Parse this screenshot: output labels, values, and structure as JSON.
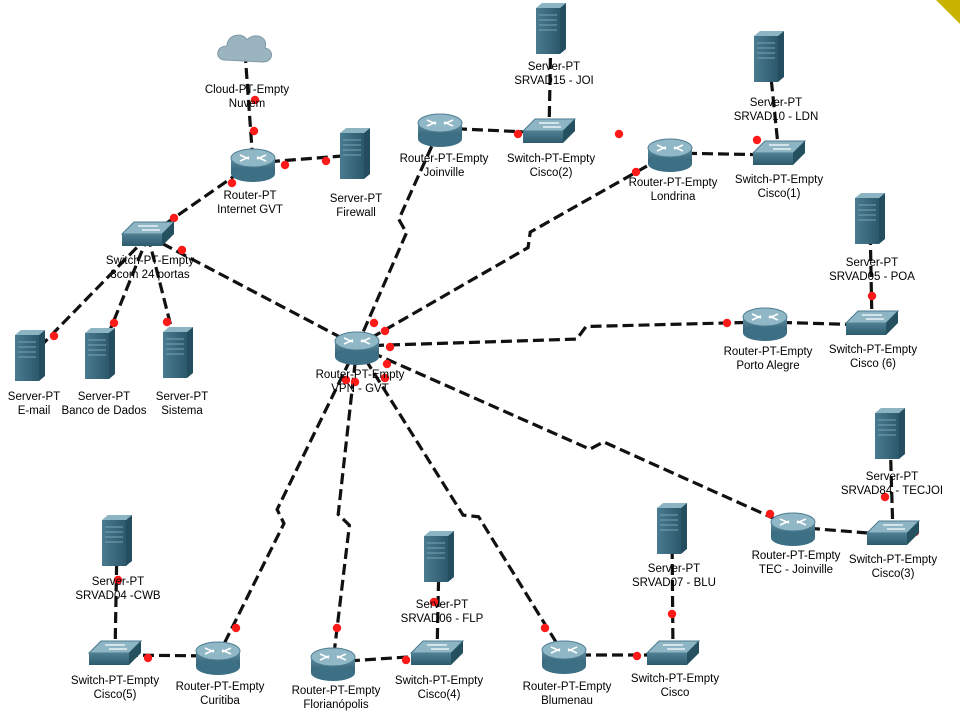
{
  "colors": {
    "link": "#111111",
    "port": "#ff1a1a",
    "router_body": "#3d6f85",
    "router_top": "#8fb7c6",
    "switch_body": "#3f7186",
    "switch_top": "#8db5c4",
    "server_body": "#3d6f85",
    "server_side": "#8cb4c3",
    "cloud": "#9ab4c0",
    "corner": "#c8b400"
  },
  "nodes": [
    {
      "id": "cloud",
      "icon": "cloud-icon",
      "label": "Cloud-PT-Empty\nNuvem"
    },
    {
      "id": "internet",
      "icon": "router-icon",
      "label": "Router-PT\nInternet GVT"
    },
    {
      "id": "firewall",
      "icon": "server-icon",
      "label": "Server-PT\nFirewall"
    },
    {
      "id": "switch3com",
      "icon": "switch-icon",
      "label": "Switch-PT-Empty\n3com 24 portas"
    },
    {
      "id": "email",
      "icon": "server-icon",
      "label": "Server-PT\nE-mail"
    },
    {
      "id": "banco",
      "icon": "server-icon",
      "label": "Server-PT\nBanco de Dados"
    },
    {
      "id": "sistema",
      "icon": "server-icon",
      "label": "Server-PT\nSistema"
    },
    {
      "id": "vpn",
      "icon": "router-icon",
      "label": "Router-PT-Empty\nVPN - GVT"
    },
    {
      "id": "joinville",
      "icon": "router-icon",
      "label": "Router-PT-Empty\nJoinville"
    },
    {
      "id": "sw_cisco2",
      "icon": "switch-icon",
      "label": "Switch-PT-Empty\nCisco(2)"
    },
    {
      "id": "srv_joi",
      "icon": "server-icon",
      "label": "Server-PT\nSRVAD15 - JOI"
    },
    {
      "id": "londrina",
      "icon": "router-icon",
      "label": "Router-PT-Empty\nLondrina"
    },
    {
      "id": "sw_cisco1",
      "icon": "switch-icon",
      "label": "Switch-PT-Empty\nCisco(1)"
    },
    {
      "id": "srv_ldn",
      "icon": "server-icon",
      "label": "Server-PT\nSRVAD10 - LDN"
    },
    {
      "id": "portoalegre",
      "icon": "router-icon",
      "label": "Router-PT-Empty\nPorto Alegre"
    },
    {
      "id": "sw_cisco6",
      "icon": "switch-icon",
      "label": "Switch-PT-Empty\nCisco (6)"
    },
    {
      "id": "srv_poa",
      "icon": "server-icon",
      "label": "Server-PT\nSRVAD05 - POA"
    },
    {
      "id": "tec",
      "icon": "router-icon",
      "label": "Router-PT-Empty\nTEC - Joinville"
    },
    {
      "id": "sw_cisco3",
      "icon": "switch-icon",
      "label": "Switch-PT-Empty\nCisco(3)"
    },
    {
      "id": "srv_tecjoi",
      "icon": "server-icon",
      "label": "Server-PT\nSRVAD84 - TECJOI"
    },
    {
      "id": "blumenau",
      "icon": "router-icon",
      "label": "Router-PT-Empty\nBlumenau"
    },
    {
      "id": "sw_cisco",
      "icon": "switch-icon",
      "label": "Switch-PT-Empty\nCisco"
    },
    {
      "id": "srv_blu",
      "icon": "server-icon",
      "label": "Server-PT\nSRVAD07 - BLU"
    },
    {
      "id": "floripa",
      "icon": "router-icon",
      "label": "Router-PT-Empty\nFlorianópolis"
    },
    {
      "id": "sw_cisco4",
      "icon": "switch-icon",
      "label": "Switch-PT-Empty\nCisco(4)"
    },
    {
      "id": "srv_flp",
      "icon": "server-icon",
      "label": "Server-PT\nSRVAD06 - FLP"
    },
    {
      "id": "curitiba",
      "icon": "router-icon",
      "label": "Router-PT-Empty\nCuritiba"
    },
    {
      "id": "sw_cisco5",
      "icon": "switch-icon",
      "label": "Switch-PT-Empty\nCisco(5)"
    },
    {
      "id": "srv_cwb",
      "icon": "server-icon",
      "label": "Server-PT\nSRVAD04 -CWB"
    }
  ],
  "links": [
    {
      "from": "cloud",
      "to": "internet",
      "kind": "dashed"
    },
    {
      "from": "internet",
      "to": "firewall",
      "kind": "dashed"
    },
    {
      "from": "internet",
      "to": "switch3com",
      "kind": "dashed"
    },
    {
      "from": "switch3com",
      "to": "email",
      "kind": "dashed"
    },
    {
      "from": "switch3com",
      "to": "banco",
      "kind": "dashed"
    },
    {
      "from": "switch3com",
      "to": "sistema",
      "kind": "dashed"
    },
    {
      "from": "switch3com",
      "to": "vpn",
      "kind": "dashed"
    },
    {
      "from": "vpn",
      "to": "joinville",
      "kind": "serial"
    },
    {
      "from": "joinville",
      "to": "sw_cisco2",
      "kind": "dashed"
    },
    {
      "from": "sw_cisco2",
      "to": "srv_joi",
      "kind": "dashed"
    },
    {
      "from": "vpn",
      "to": "londrina",
      "kind": "serial"
    },
    {
      "from": "londrina",
      "to": "sw_cisco1",
      "kind": "dashed"
    },
    {
      "from": "sw_cisco1",
      "to": "srv_ldn",
      "kind": "dashed"
    },
    {
      "from": "vpn",
      "to": "portoalegre",
      "kind": "serial"
    },
    {
      "from": "portoalegre",
      "to": "sw_cisco6",
      "kind": "dashed"
    },
    {
      "from": "sw_cisco6",
      "to": "srv_poa",
      "kind": "dashed"
    },
    {
      "from": "vpn",
      "to": "tec",
      "kind": "serial"
    },
    {
      "from": "tec",
      "to": "sw_cisco3",
      "kind": "dashed"
    },
    {
      "from": "sw_cisco3",
      "to": "srv_tecjoi",
      "kind": "dashed"
    },
    {
      "from": "vpn",
      "to": "blumenau",
      "kind": "serial"
    },
    {
      "from": "blumenau",
      "to": "sw_cisco",
      "kind": "dashed"
    },
    {
      "from": "sw_cisco",
      "to": "srv_blu",
      "kind": "dashed"
    },
    {
      "from": "vpn",
      "to": "floripa",
      "kind": "serial"
    },
    {
      "from": "floripa",
      "to": "sw_cisco4",
      "kind": "dashed"
    },
    {
      "from": "sw_cisco4",
      "to": "srv_flp",
      "kind": "dashed"
    },
    {
      "from": "vpn",
      "to": "curitiba",
      "kind": "serial"
    },
    {
      "from": "curitiba",
      "to": "sw_cisco5",
      "kind": "dashed"
    },
    {
      "from": "sw_cisco5",
      "to": "srv_cwb",
      "kind": "dashed"
    }
  ]
}
